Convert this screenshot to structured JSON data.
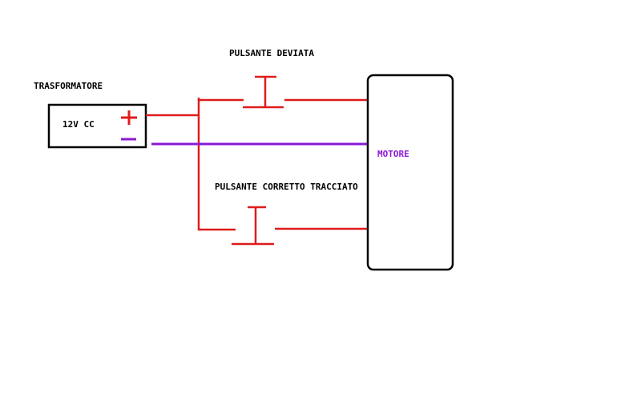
{
  "labels": {
    "transformer": "TRASFORMATORE",
    "voltage": "12V CC",
    "button_top": "PULSANTE DEVIATA",
    "button_bottom": "PULSANTE CORRETTO TRACCIATO",
    "motor": "MOTORE"
  },
  "colors": {
    "positive": "#e01b1b",
    "negative": "#8a1ad6",
    "outline": "#000000",
    "text": "#000000",
    "motor_text": "#8a1ad6"
  }
}
